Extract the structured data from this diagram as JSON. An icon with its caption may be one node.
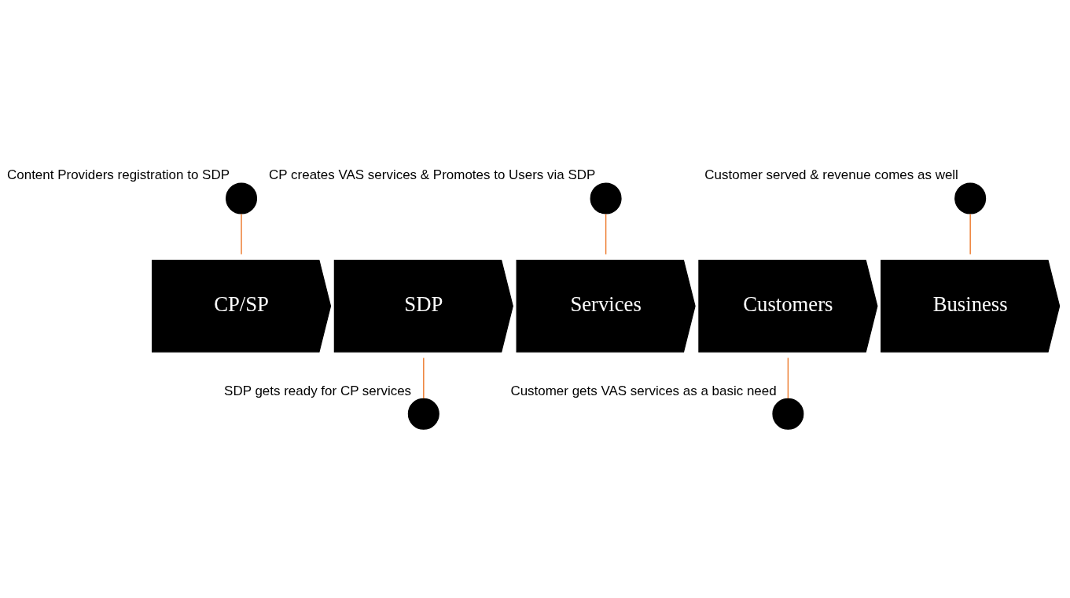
{
  "diagram": {
    "nodes": [
      {
        "text": [
          "CP/SP"
        ]
      },
      {
        "text": [
          "SDP"
        ]
      },
      {
        "text": [
          "Services"
        ]
      },
      {
        "text": [
          "Customers"
        ]
      },
      {
        "text": [
          "Business"
        ]
      },
      {
        "text": [],
        "shape": "circle",
        "beside": [
          "Content Providers registration to SDP"
        ]
      },
      {
        "text": [],
        "shape": "circle",
        "beside": [
          "SDP gets ready for CP services"
        ]
      },
      {
        "text": [],
        "shape": "circle",
        "beside": [
          "CP creates VAS services & Promotes to Users via SDP"
        ]
      },
      {
        "text": [],
        "shape": "circle",
        "beside": [
          "Customer gets VAS services as a basic need"
        ]
      },
      {
        "text": [],
        "shape": "circle",
        "beside": [
          "Customer served & revenue comes as well"
        ]
      }
    ],
    "edges": [
      {
        "from": 5,
        "to": 0,
        "arrow": "none"
      },
      {
        "from": 1,
        "to": 6,
        "arrow": "none"
      },
      {
        "from": 7,
        "to": 2,
        "arrow": "none"
      },
      {
        "from": 3,
        "to": 8,
        "arrow": "none"
      },
      {
        "from": 9,
        "to": 4,
        "arrow": "none"
      }
    ]
  }
}
